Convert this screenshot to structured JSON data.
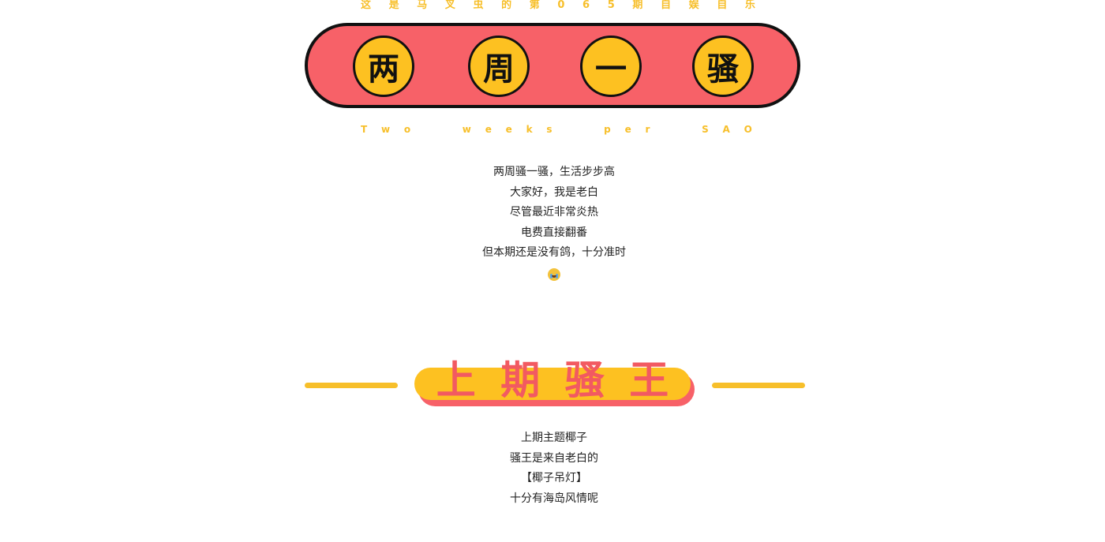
{
  "header": {
    "tagline_chars": [
      "这",
      "是",
      "马",
      "叉",
      "虫",
      "的",
      "第",
      "0",
      "6",
      "5",
      "期",
      "自",
      "娱",
      "自",
      "乐"
    ],
    "banner_chars": [
      "两",
      "周",
      "一",
      "骚"
    ],
    "sub_tagline_words": [
      [
        "T",
        "w",
        "o"
      ],
      [
        "w",
        "e",
        "e",
        "k",
        "s"
      ],
      [
        "p",
        "e",
        "r"
      ],
      [
        "S",
        "A",
        "O"
      ]
    ]
  },
  "intro": {
    "lines": [
      "两周骚一骚，生活步步高",
      "大家好，我是老白",
      "尽管最近非常炎热",
      "电费直接翻番",
      "但本期还是没有鸽，十分准时"
    ],
    "emoji": "crying-face-icon"
  },
  "section": {
    "title_chars": [
      "上",
      "期",
      "骚",
      "王"
    ],
    "lines": [
      "上期主题椰子",
      "骚王是来自老白的",
      "【椰子吊灯】",
      "十分有海岛风情呢"
    ]
  },
  "colors": {
    "banner_red": "#f76168",
    "coin_yellow": "#fdc121",
    "accent_yellow": "#f7bf2a",
    "title_red": "#f25a61",
    "outline": "#111111"
  }
}
